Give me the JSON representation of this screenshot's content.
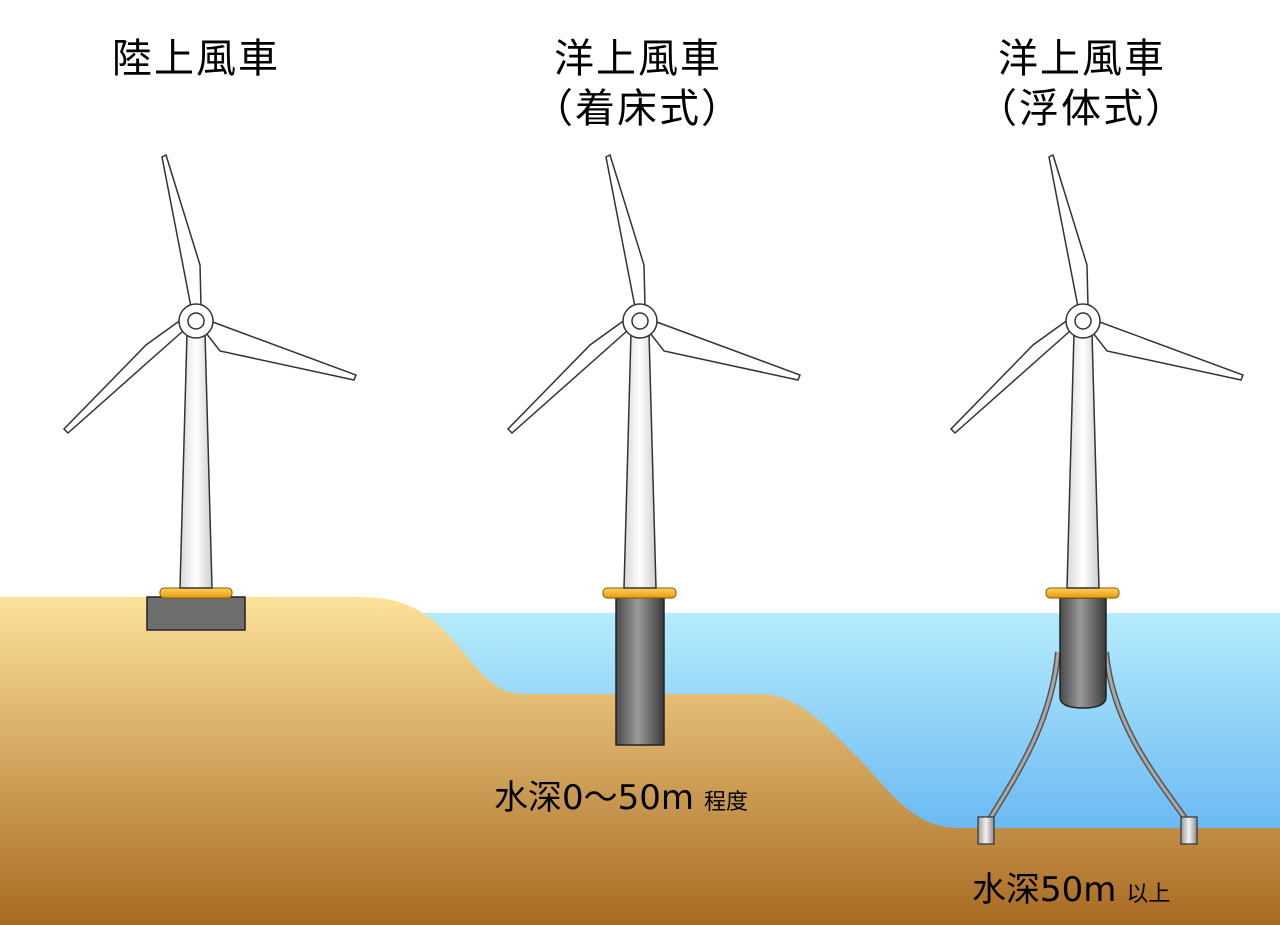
{
  "turbines": {
    "onshore": {
      "title": "陸上風車"
    },
    "fixed": {
      "title": "洋上風車",
      "subtitle": "（着床式）",
      "depth_main": "水深0～50m",
      "depth_suffix": "程度"
    },
    "floating": {
      "title": "洋上風車",
      "subtitle": "（浮体式）",
      "depth_main": "水深50m",
      "depth_suffix": "以上"
    }
  },
  "colors": {
    "sand_top": "#fde29a",
    "sand_bottom": "#a86a22",
    "water_top": "#b6ecfb",
    "water_bottom": "#4aa3f0",
    "foundation_gray": "#6e6e6e",
    "flange_yellow": "#f4b21a",
    "tower_white": "#ffffff",
    "mooring_gray": "#7a7a7a"
  }
}
